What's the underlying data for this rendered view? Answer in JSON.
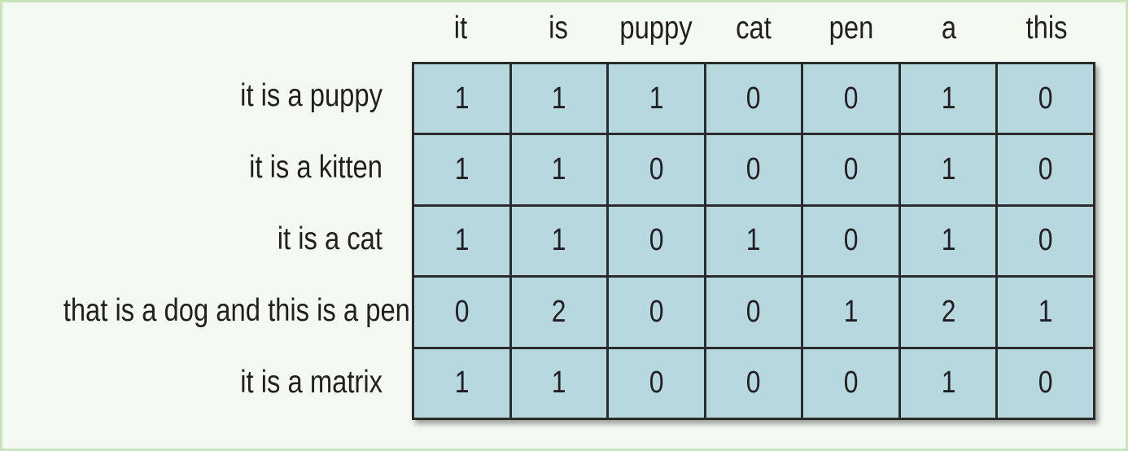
{
  "columns": [
    "it",
    "is",
    "puppy",
    "cat",
    "pen",
    "a",
    "this"
  ],
  "rows": [
    {
      "label": "it is a puppy",
      "values": [
        "1",
        "1",
        "1",
        "0",
        "0",
        "1",
        "0"
      ]
    },
    {
      "label": "it is a kitten",
      "values": [
        "1",
        "1",
        "0",
        "0",
        "0",
        "1",
        "0"
      ]
    },
    {
      "label": "it is a cat",
      "values": [
        "1",
        "1",
        "0",
        "1",
        "0",
        "1",
        "0"
      ]
    },
    {
      "label": "that is a dog and this is a pen",
      "values": [
        "0",
        "2",
        "0",
        "0",
        "1",
        "2",
        "1"
      ]
    },
    {
      "label": "it is a matrix",
      "values": [
        "1",
        "1",
        "0",
        "0",
        "0",
        "1",
        "0"
      ]
    }
  ],
  "colors": {
    "background": "#f4faf2",
    "border": "#c9e3bd",
    "cell_fill": "#b8d8e0",
    "grid_line": "#2b2b2b",
    "text": "#231f20"
  }
}
